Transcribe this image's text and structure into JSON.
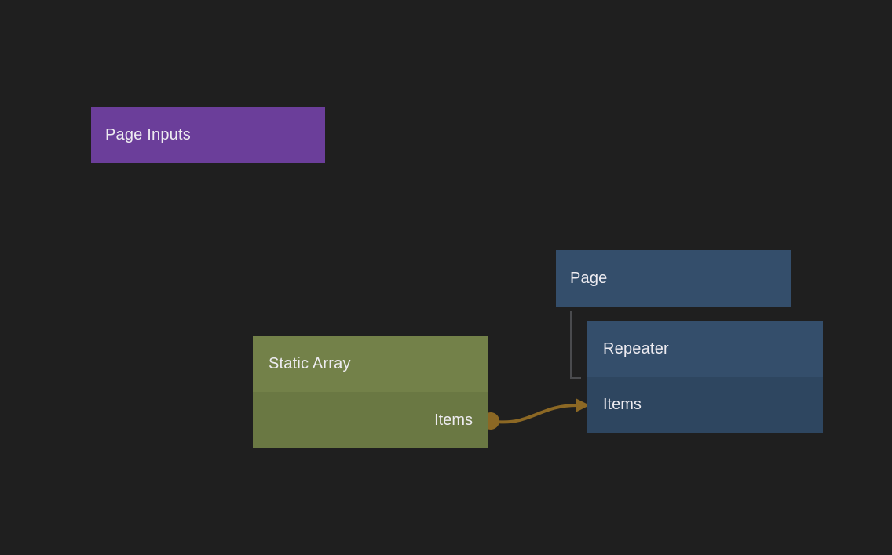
{
  "canvas": {
    "background": "#1f1f1f"
  },
  "nodes": {
    "page_inputs": {
      "title": "Page Inputs",
      "color": "#6b3e9a"
    },
    "page": {
      "title": "Page",
      "color": "#344e6b"
    },
    "static_array": {
      "title": "Static Array",
      "header_color": "#738149",
      "body_color": "#6a7843",
      "output_port": "Items"
    },
    "repeater": {
      "title": "Repeater",
      "header_color": "#344e6b",
      "body_color": "#2e4660",
      "input_port": "Items"
    }
  },
  "connections": {
    "items_wire": {
      "from_node": "Static Array",
      "from_port": "Items",
      "to_node": "Repeater",
      "to_port": "Items",
      "color": "#8c6824"
    },
    "hierarchy_link": {
      "from_node": "Page",
      "to_node": "Repeater",
      "color": "#4a4b4e"
    }
  }
}
